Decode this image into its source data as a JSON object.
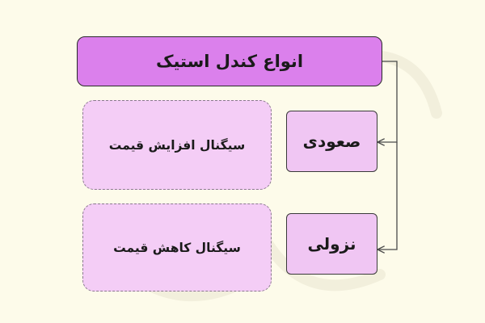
{
  "diagram": {
    "title": "انواع کندل استیک",
    "categories": [
      {
        "label": "صعودی",
        "description": "سیگنال افزایش قیمت"
      },
      {
        "label": "نزولی",
        "description": "سیگنال کاهش قیمت"
      }
    ]
  },
  "colors": {
    "background": "#fdfbea",
    "title_fill": "#db80ec",
    "category_fill": "#f0c6f3",
    "description_fill": "#f4cdf6",
    "stroke": "#2a2a2a"
  }
}
